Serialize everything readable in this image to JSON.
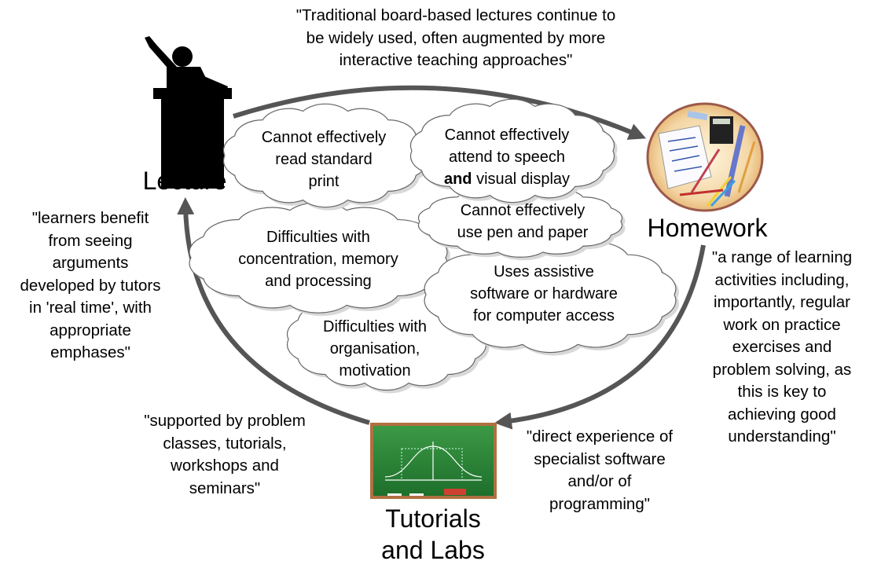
{
  "nodes": {
    "lecture": "Lecture",
    "homework": "Homework",
    "tutorials_line1": "Tutorials",
    "tutorials_line2": "and Labs"
  },
  "quotes": {
    "top": [
      "\"Traditional board-based lectures continue to",
      "be widely used, often augmented by more",
      "interactive teaching approaches\""
    ],
    "left": [
      "\"learners benefit",
      "from seeing",
      "arguments",
      "developed by tutors",
      "in 'real time', with",
      "appropriate",
      "emphases\""
    ],
    "right": [
      "\"a range of learning",
      "activities including,",
      "importantly, regular",
      "work on practice",
      "exercises and",
      "problem solving, as",
      "this is key to",
      "achieving good",
      "understanding\""
    ],
    "bottom_left": [
      "\"supported by problem",
      "classes, tutorials,",
      "workshops and",
      "seminars\""
    ],
    "bottom_mid": [
      "\"direct experience of",
      "specialist software",
      "and/or of",
      "programming\""
    ]
  },
  "clouds": {
    "read_print": [
      "Cannot effectively",
      "read standard",
      "print"
    ],
    "speech_visual": [
      "Cannot effectively",
      "attend to speech",
      "and",
      " visual display"
    ],
    "pen_paper": [
      "Cannot effectively",
      "use pen and paper"
    ],
    "concentration": [
      "Difficulties with",
      "concentration, memory",
      "and processing"
    ],
    "assistive": [
      "Uses assistive",
      "software or hardware",
      "for computer access"
    ],
    "organisation": [
      "Difficulties with",
      "organisation,",
      "motivation"
    ]
  },
  "colors": {
    "arrow": "#555555",
    "chalkboard": "#2a8a3a",
    "frame": "#a0663a",
    "cloud_stroke": "#555555"
  }
}
